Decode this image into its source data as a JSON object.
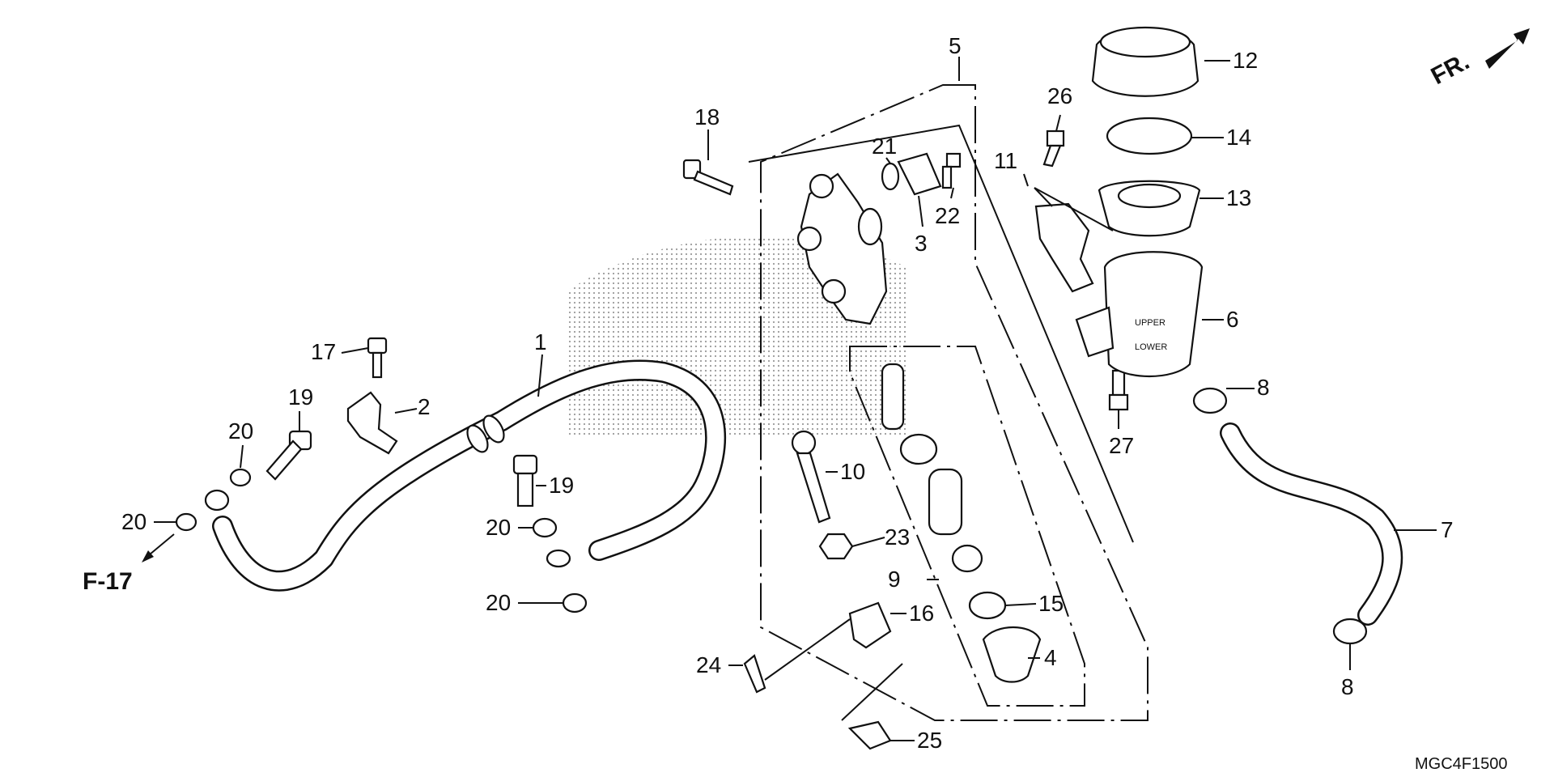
{
  "diagram": {
    "drawing_code": "MGC4F1500",
    "direction_label": "FR.",
    "reference_label": "F-17",
    "reservoir_upper_text": "UPPER",
    "reservoir_lower_text": "LOWER",
    "callouts": [
      "1",
      "2",
      "3",
      "4",
      "5",
      "6",
      "7",
      "8",
      "8",
      "9",
      "10",
      "11",
      "12",
      "13",
      "14",
      "15",
      "16",
      "17",
      "18",
      "19",
      "19",
      "20",
      "20",
      "20",
      "20",
      "21",
      "22",
      "23",
      "24",
      "25",
      "26",
      "27"
    ]
  }
}
